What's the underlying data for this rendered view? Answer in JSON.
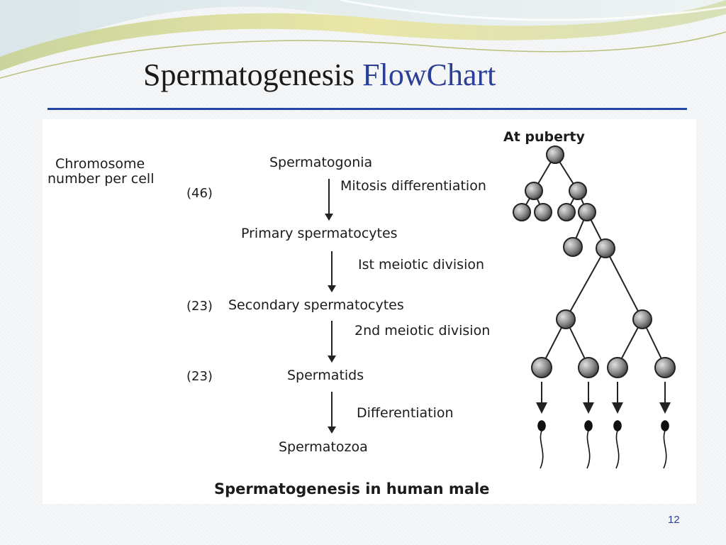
{
  "title": {
    "main": "Spermatogenesis",
    "accent": "FlowChart"
  },
  "figure": {
    "chromosome_heading": [
      "Chromosome",
      "number per cell"
    ],
    "counts": [
      "(46)",
      "(23)",
      "(23)"
    ],
    "stages": [
      "Spermatogonia",
      "Primary spermatocytes",
      "Secondary spermatocytes",
      "Spermatids",
      "Spermatozoa"
    ],
    "processes": [
      "Mitosis differentiation",
      "Ist meiotic division",
      "2nd meiotic division",
      "Differentiation"
    ],
    "tree_heading": "At puberty",
    "caption": "Spermatogenesis in human male"
  },
  "page_number": "12",
  "colors": {
    "title_accent": "#2a3f95",
    "rule": "#2447a6",
    "cell": "#8a8a8a"
  }
}
